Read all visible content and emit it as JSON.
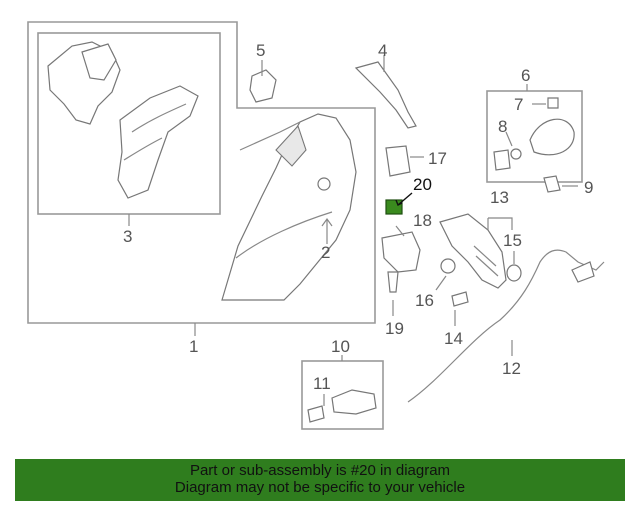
{
  "callouts": {
    "c1": "1",
    "c2": "2",
    "c3": "3",
    "c4": "4",
    "c5": "5",
    "c6": "6",
    "c7": "7",
    "c8": "8",
    "c9": "9",
    "c10": "10",
    "c11": "11",
    "c12": "12",
    "c13": "13",
    "c14": "14",
    "c15": "15",
    "c16": "16",
    "c17": "17",
    "c18": "18",
    "c19": "19",
    "c20": "20"
  },
  "colors": {
    "banner": "#2f7d1e",
    "highlight_part": "#3a8a1e",
    "line": "#888888"
  },
  "banner": {
    "line1": "Part or sub-assembly is #20 in diagram",
    "line2": "Diagram may not be specific to your vehicle"
  }
}
